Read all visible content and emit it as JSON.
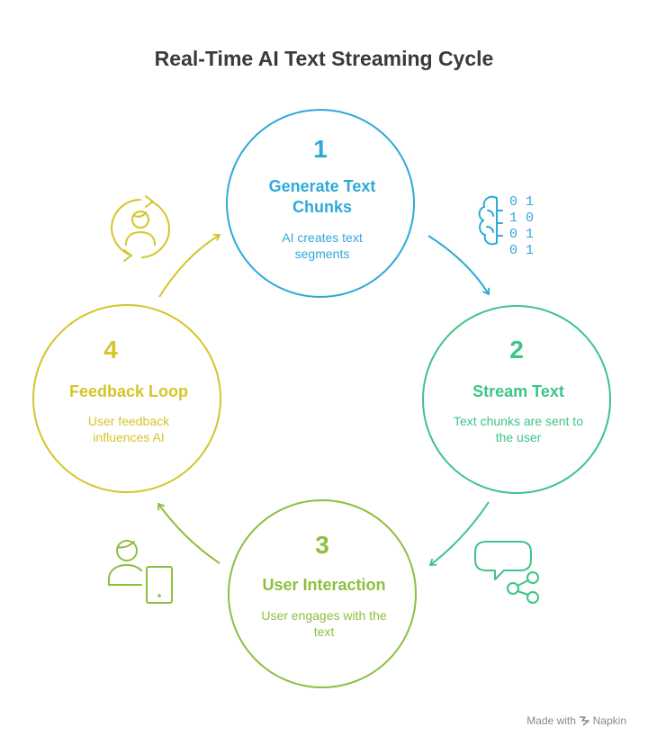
{
  "title": "Real-Time AI Text Streaming Cycle",
  "colors": {
    "step1": "#2EA9D8",
    "step2": "#3DC487",
    "step3": "#8DBF3F",
    "step4": "#D5C52A",
    "title": "#3a3a3a"
  },
  "steps": [
    {
      "number": "1",
      "title_lines": [
        "Generate Text",
        "Chunks"
      ],
      "desc_lines": [
        "AI creates text",
        "segments"
      ],
      "icon": "binary-brain-icon"
    },
    {
      "number": "2",
      "title_lines": [
        "Stream Text"
      ],
      "desc_lines": [
        "Text chunks are sent to",
        "the user"
      ],
      "icon": "chat-share-icon"
    },
    {
      "number": "3",
      "title_lines": [
        "User Interaction"
      ],
      "desc_lines": [
        "User engages with the",
        "text"
      ],
      "icon": "user-tablet-icon"
    },
    {
      "number": "4",
      "title_lines": [
        "Feedback Loop"
      ],
      "desc_lines": [
        "User feedback",
        "influences AI"
      ],
      "icon": "user-cycle-icon"
    }
  ],
  "binary_icon_text": [
    "0 1",
    "1 0",
    "0 1",
    "0 1"
  ],
  "footer": {
    "made_with": "Made with",
    "brand": "Napkin"
  }
}
